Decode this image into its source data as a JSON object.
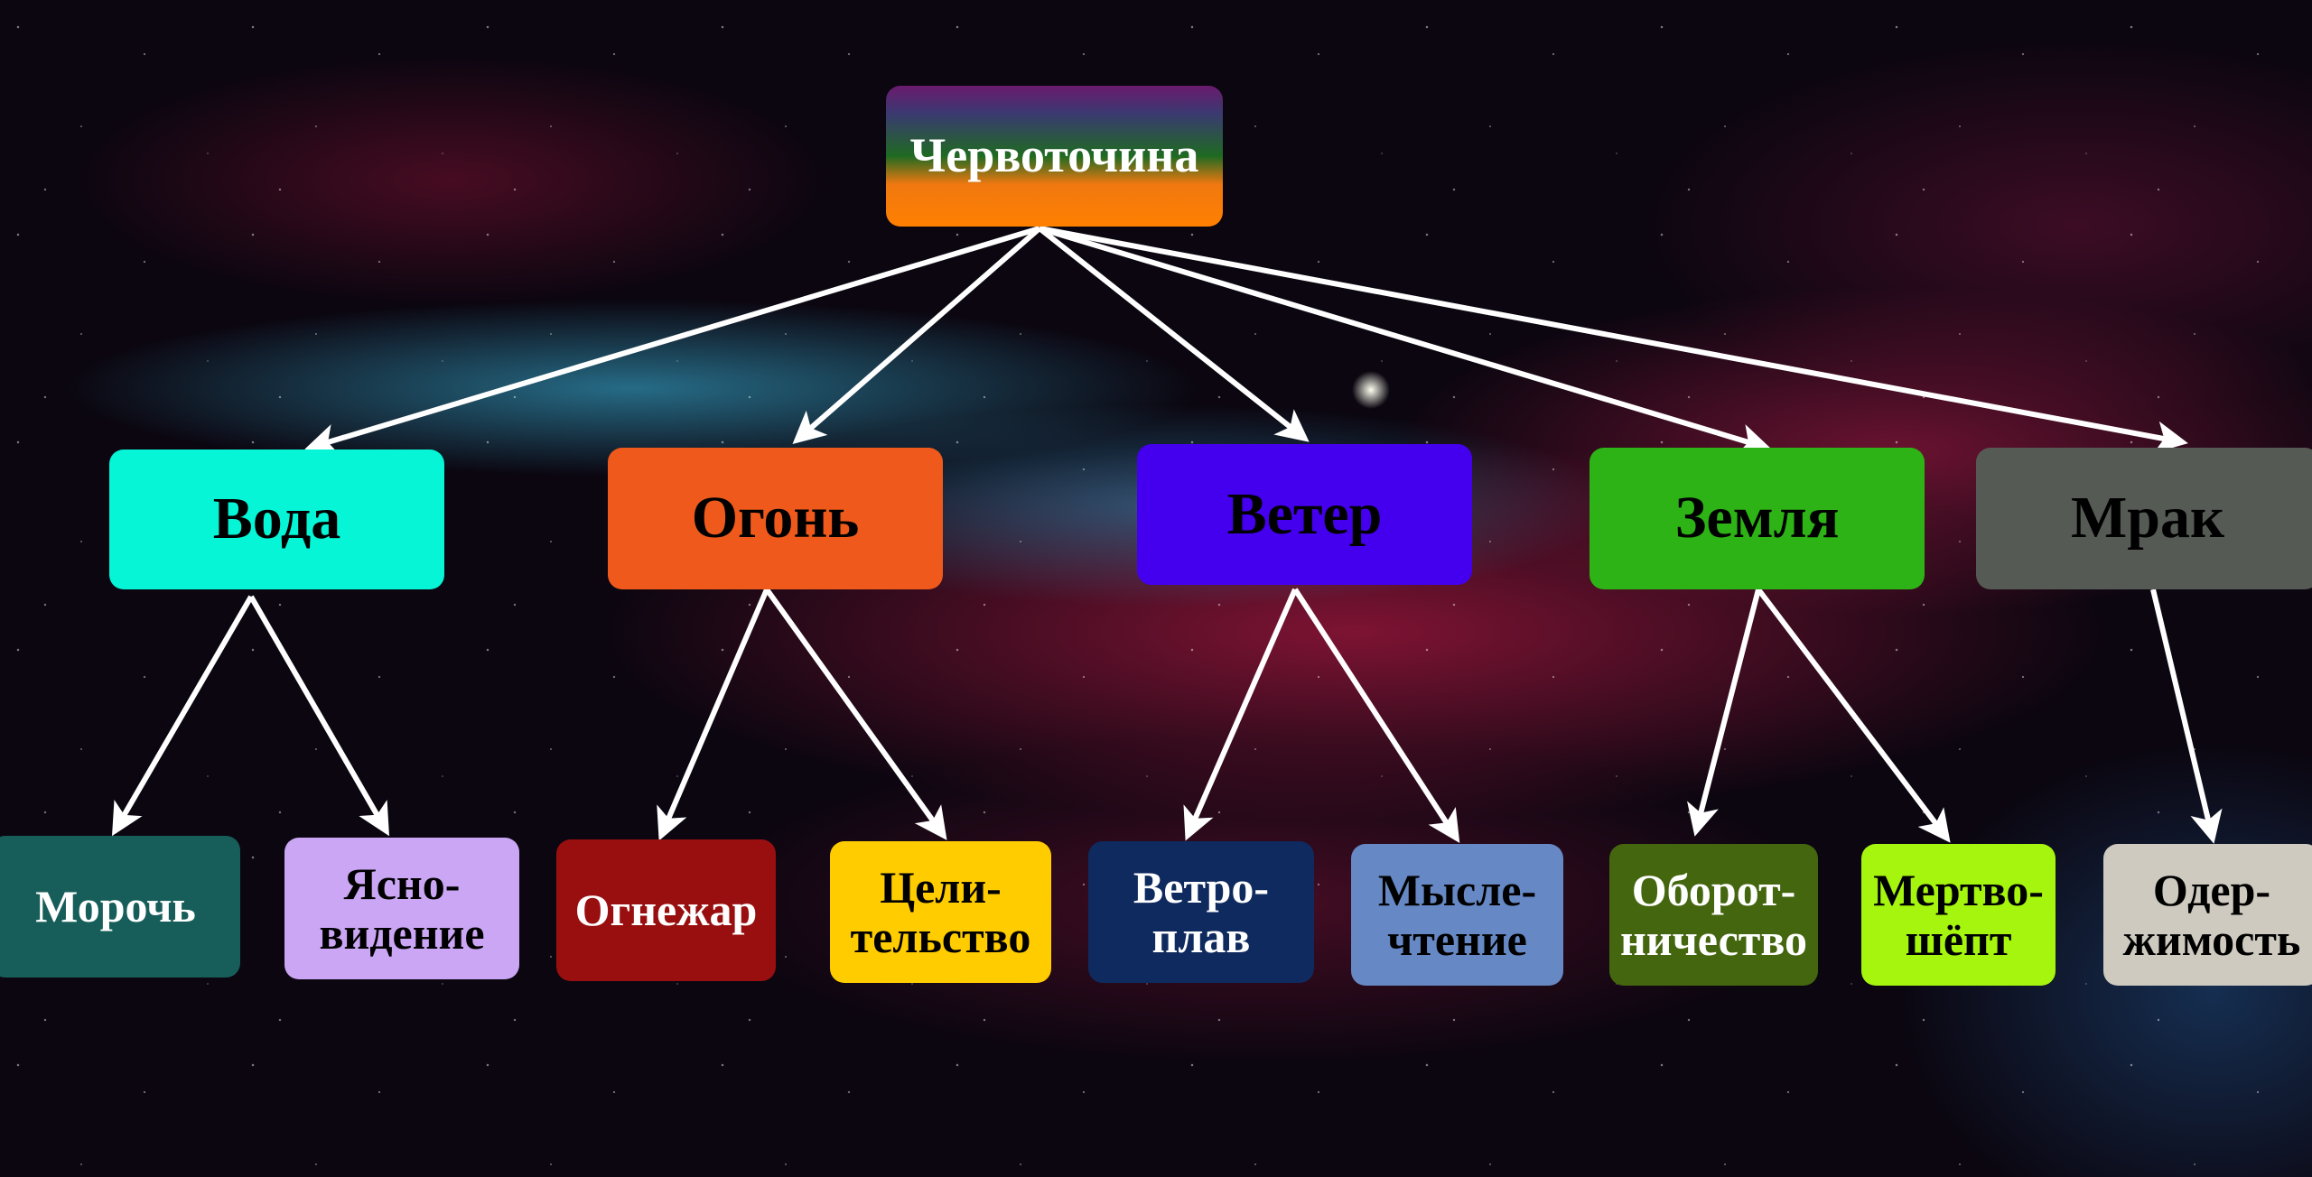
{
  "root": {
    "label": "Червоточина"
  },
  "elements": [
    {
      "label": "Вода",
      "color": "#05f5d6",
      "children": [
        {
          "label": "Морочь",
          "color": "#175e5a"
        },
        {
          "label": "Ясно-\nвидение",
          "color": "#caa6f4"
        }
      ]
    },
    {
      "label": "Огонь",
      "color": "#ef5a1c",
      "children": [
        {
          "label": "Огнежар",
          "color": "#990f0f"
        },
        {
          "label": "Цели-\nтельство",
          "color": "#ffcc00"
        }
      ]
    },
    {
      "label": "Ветер",
      "color": "#4400ee",
      "children": [
        {
          "label": "Ветро-\nплав",
          "color": "#0f2a5e"
        },
        {
          "label": "Мысле-\nчтение",
          "color": "#6688c4"
        }
      ]
    },
    {
      "label": "Земля",
      "color": "#2db316",
      "children": [
        {
          "label": "Оборот-\nничество",
          "color": "#44660f"
        },
        {
          "label": "Мертво-\nшёпт",
          "color": "#a6f50f"
        }
      ]
    },
    {
      "label": "Мрак",
      "color": "#555a55",
      "children": [
        {
          "label": "Одер-\nжимость",
          "color": "#cecac0"
        }
      ]
    }
  ]
}
